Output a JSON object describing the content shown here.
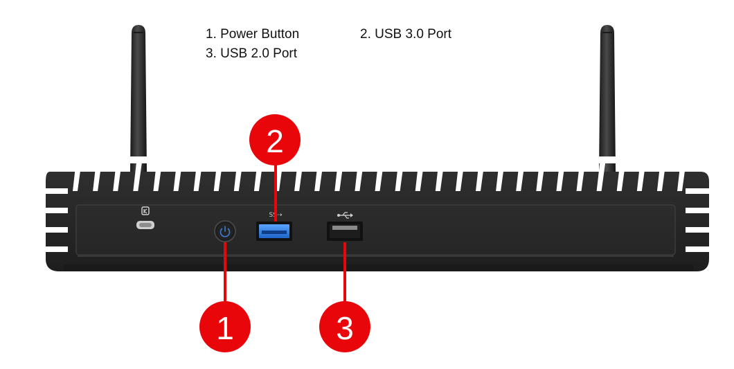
{
  "legend": {
    "item1": "1. Power Button",
    "item2": "2. USB 3.0 Port",
    "item3": "3. USB 2.0 Port"
  },
  "markers": [
    {
      "number": "1",
      "target": "Power Button"
    },
    {
      "number": "2",
      "target": "USB 3.0 Port"
    },
    {
      "number": "3",
      "target": "USB 2.0 Port"
    }
  ],
  "icons": {
    "lock": "kensington-lock-icon",
    "power": "power-icon",
    "usb3": "usb-superspeed-icon",
    "usb2": "usb-icon"
  },
  "colors": {
    "marker_fill": "#e8060b",
    "chassis": "#2b2b2b",
    "usb3_port": "#2f7fe0",
    "background": "#ffffff"
  }
}
